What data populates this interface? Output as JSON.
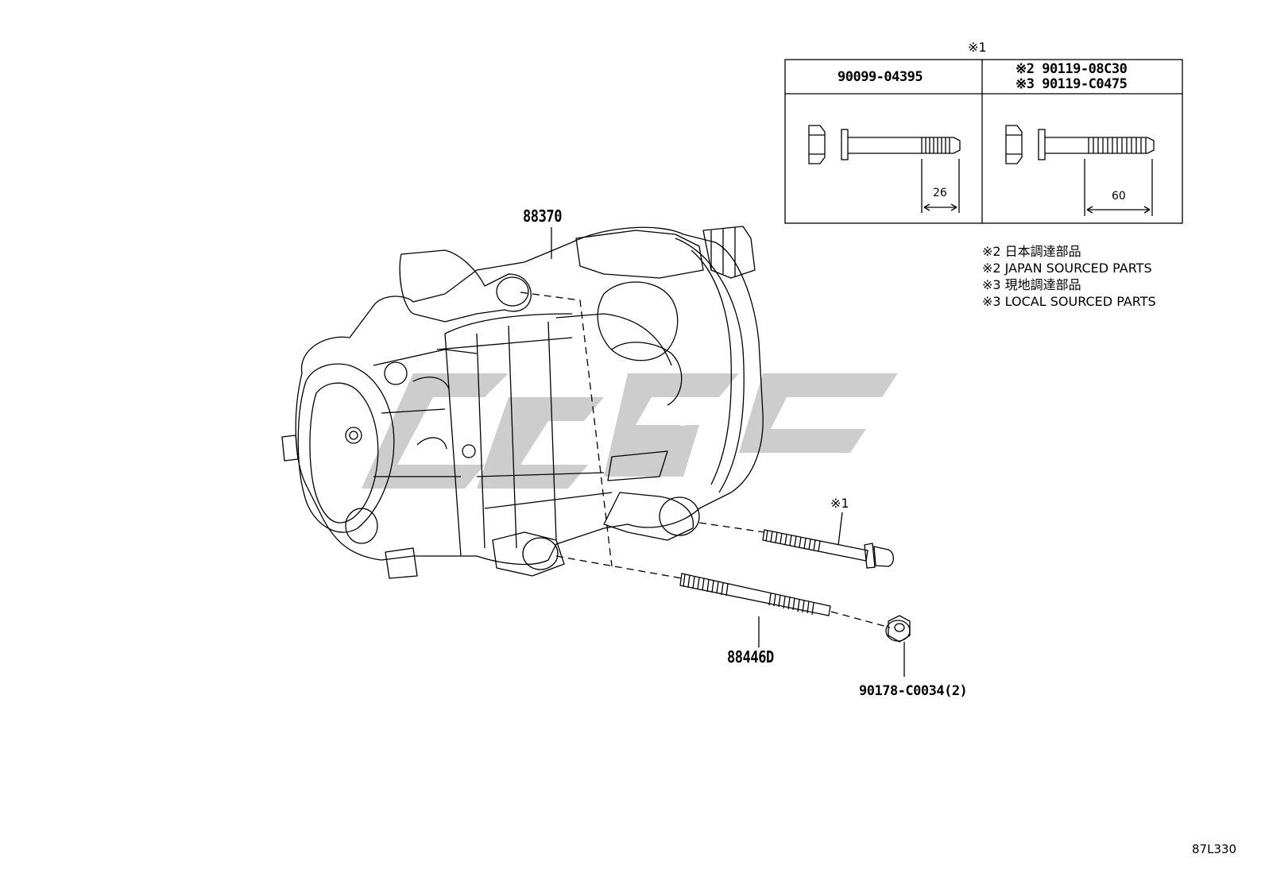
{
  "diagram": {
    "callouts": {
      "compressor": "88370",
      "stud_bolt": "88446D",
      "nut": "90178-C0034(2)",
      "bolt_ref": "※1"
    },
    "table": {
      "caption": "※1",
      "col1_header": "90099-04395",
      "col2_header_line1": "※2 90119-08C30",
      "col2_header_line2": "※3 90119-C0475",
      "col1_dim": "26",
      "col2_dim": "60"
    },
    "notes": [
      "※2 日本調達部品",
      "※2 JAPAN SOURCED PARTS",
      "※3 現地調達部品",
      "※3 LOCAL SOURCED PARTS"
    ],
    "figure_code": "87L330"
  },
  "colors": {
    "line": "#000000",
    "watermark": "#cfcfcf",
    "background": "#ffffff"
  }
}
